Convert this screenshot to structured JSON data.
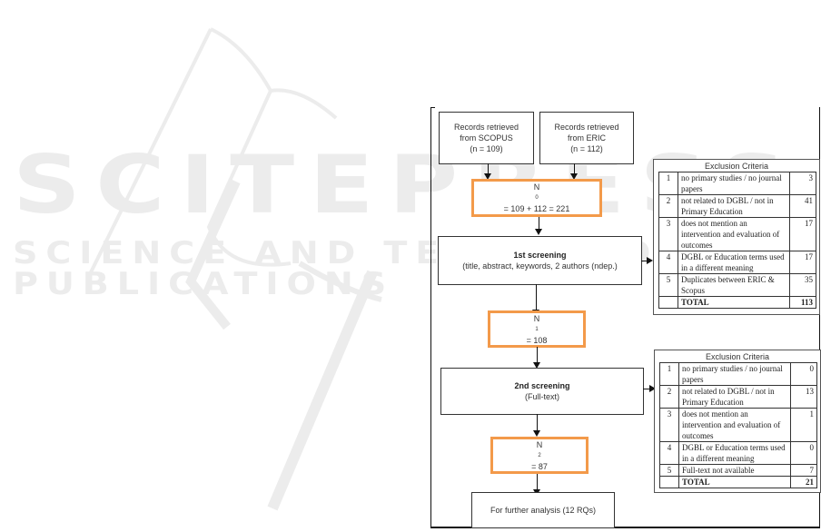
{
  "watermark": {
    "title": "SCITEPRESS",
    "subtitle": "SCIENCE AND TECHNOLOGY PUBLICATIONS",
    "color": "#ececec"
  },
  "flow": {
    "sources": [
      {
        "line1": "Records retrieved",
        "line2": "from SCOPUS",
        "line3": "(n = 109)"
      },
      {
        "line1": "Records retrieved",
        "line2": "from ERIC",
        "line3": "(n = 112)"
      }
    ],
    "n0": {
      "symbol": "N",
      "sub": "0",
      "text": " = 109 + 112 = 221"
    },
    "screening1": {
      "title": "1st screening",
      "detail": "(title, abstract, keywords, 2 authors (ndep.)"
    },
    "n1": {
      "symbol": "N",
      "sub": "1",
      "text": " = 108"
    },
    "screening2": {
      "title": "2nd screening",
      "detail": "(Full-text)"
    },
    "n2": {
      "symbol": "N",
      "sub": "2",
      "text": " = 87"
    },
    "final": {
      "text": "For further analysis (12 RQs)"
    },
    "highlight_color": "#f39a4a"
  },
  "exclusion_tables": [
    {
      "title": "Exclusion Criteria",
      "rows": [
        {
          "num": "1",
          "criterion": "no primary studies / no journal papers",
          "count": "3"
        },
        {
          "num": "2",
          "criterion": "not related to DGBL / not in Primary Education",
          "count": "41"
        },
        {
          "num": "3",
          "criterion": "does not mention an intervention and evaluation of outcomes",
          "count": "17"
        },
        {
          "num": "4",
          "criterion": "DGBL or Education terms used in a different meaning",
          "count": "17"
        },
        {
          "num": "5",
          "criterion": "Duplicates between ERIC & Scopus",
          "count": "35"
        }
      ],
      "total_label": "TOTAL",
      "total": "113"
    },
    {
      "title": "Exclusion Criteria",
      "rows": [
        {
          "num": "1",
          "criterion": "no primary studies / no journal papers",
          "count": "0"
        },
        {
          "num": "2",
          "criterion": "not related to DGBL / not in Primary Education",
          "count": "13"
        },
        {
          "num": "3",
          "criterion": "does not mention an intervention and evaluation of outcomes",
          "count": "1"
        },
        {
          "num": "4",
          "criterion": "DGBL or Education terms used in a different meaning",
          "count": "0"
        },
        {
          "num": "5",
          "criterion": "Full-text not available",
          "count": "7"
        }
      ],
      "total_label": "TOTAL",
      "total": "21"
    }
  ]
}
